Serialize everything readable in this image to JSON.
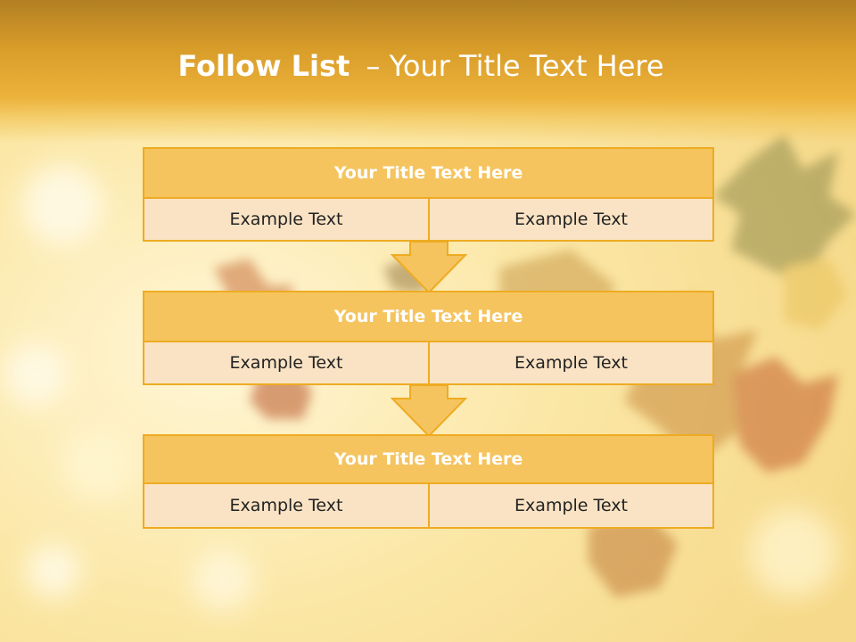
{
  "slide": {
    "title_bold": "Follow List",
    "title_rest": "– Your Title Text Here"
  },
  "blocks": [
    {
      "title": "Your Title Text Here",
      "left": "Example Text",
      "right": "Example Text"
    },
    {
      "title": "Your Title Text Here",
      "left": "Example Text",
      "right": "Example Text"
    },
    {
      "title": "Your Title Text Here",
      "left": "Example Text",
      "right": "Example Text"
    }
  ],
  "colors": {
    "header_gold": "#e7a92f",
    "title_box_fill": "#f5c45e",
    "cell_fill": "#fae3c4",
    "border": "#eeab22",
    "arrow_fill": "#f5c45e"
  }
}
